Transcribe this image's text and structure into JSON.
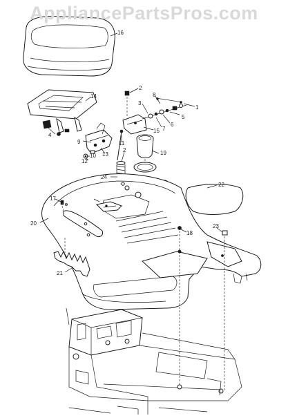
{
  "watermark": "AppliancePartsPros.com",
  "callouts": [
    {
      "id": "c1",
      "label": "1"
    },
    {
      "id": "c2a",
      "label": "2"
    },
    {
      "id": "c2b",
      "label": "2"
    },
    {
      "id": "c3",
      "label": "3"
    },
    {
      "id": "c4",
      "label": "4"
    },
    {
      "id": "c5",
      "label": "5"
    },
    {
      "id": "c6",
      "label": "6"
    },
    {
      "id": "c7",
      "label": "7"
    },
    {
      "id": "c8",
      "label": "8"
    },
    {
      "id": "c9",
      "label": "9"
    },
    {
      "id": "c10",
      "label": "10"
    },
    {
      "id": "c11",
      "label": "11"
    },
    {
      "id": "c12",
      "label": "12"
    },
    {
      "id": "c13",
      "label": "13"
    },
    {
      "id": "c14",
      "label": "14"
    },
    {
      "id": "c15",
      "label": "15"
    },
    {
      "id": "c16",
      "label": "16"
    },
    {
      "id": "c17",
      "label": "17"
    },
    {
      "id": "c18",
      "label": "18"
    },
    {
      "id": "c19",
      "label": "19"
    },
    {
      "id": "c20",
      "label": "20"
    },
    {
      "id": "c21",
      "label": "21"
    },
    {
      "id": "c22",
      "label": "22"
    },
    {
      "id": "c23",
      "label": "23"
    },
    {
      "id": "c24",
      "label": "24"
    }
  ]
}
